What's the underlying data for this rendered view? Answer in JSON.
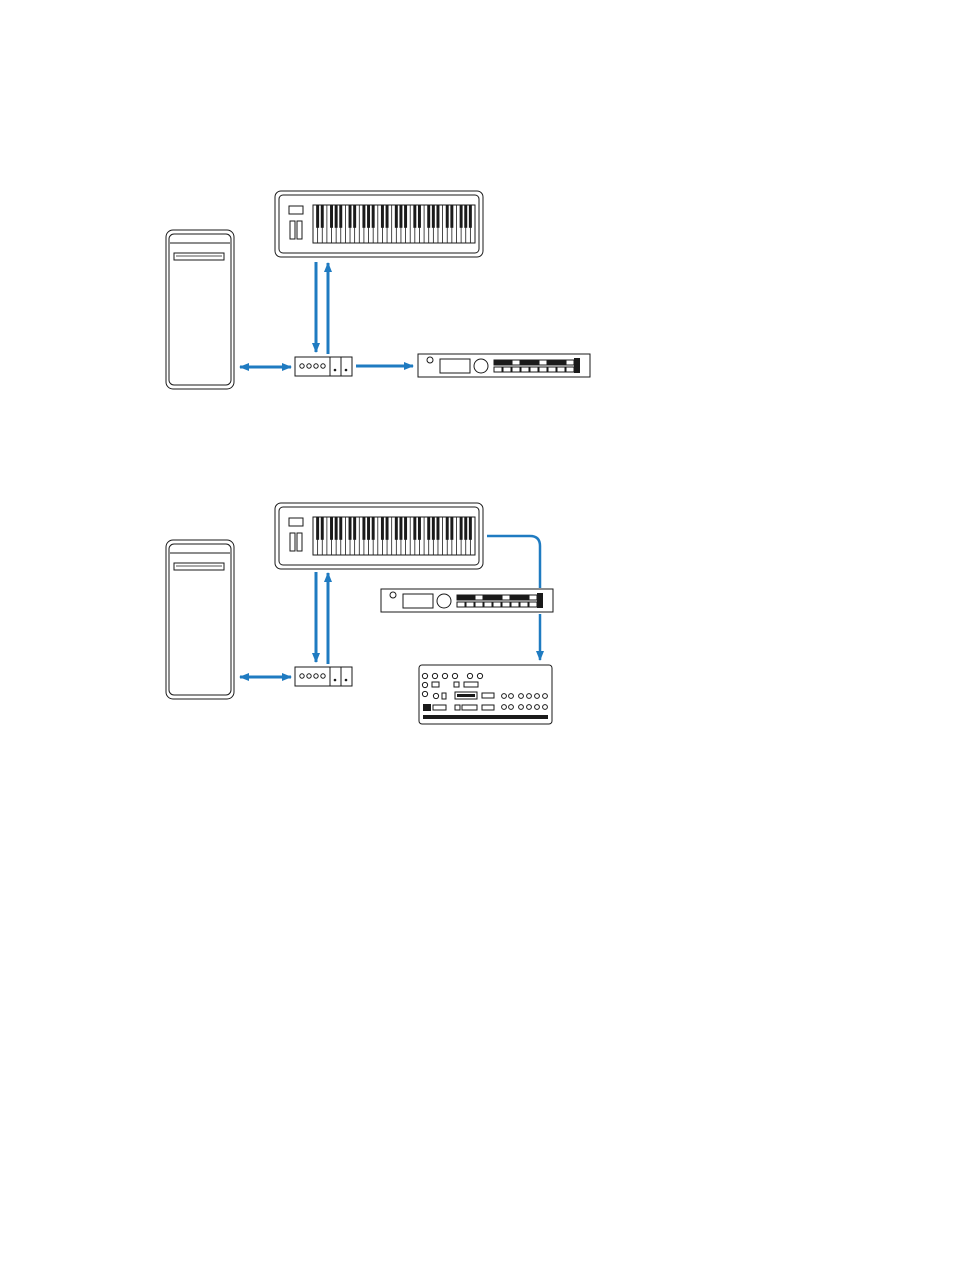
{
  "colors": {
    "outline": "#1a1a1a",
    "connection": "#1f7bc1",
    "background": "#ffffff"
  },
  "diagrams": [
    {
      "id": "setup-1",
      "devices": [
        "computer-tower",
        "midi-keyboard",
        "midi-interface",
        "rack-sound-module"
      ],
      "connections": [
        {
          "from": "computer-tower",
          "to": "midi-interface",
          "direction": "bidirectional"
        },
        {
          "from": "midi-keyboard",
          "to": "midi-interface",
          "direction": "forward"
        },
        {
          "from": "midi-interface",
          "to": "midi-keyboard",
          "direction": "forward"
        },
        {
          "from": "midi-interface",
          "to": "rack-sound-module",
          "direction": "forward"
        }
      ]
    },
    {
      "id": "setup-2",
      "devices": [
        "computer-tower",
        "midi-keyboard",
        "midi-interface",
        "rack-sound-module",
        "tabletop-sound-module"
      ],
      "connections": [
        {
          "from": "computer-tower",
          "to": "midi-interface",
          "direction": "bidirectional"
        },
        {
          "from": "midi-keyboard",
          "to": "midi-interface",
          "direction": "forward"
        },
        {
          "from": "midi-interface",
          "to": "midi-keyboard",
          "direction": "forward"
        },
        {
          "from": "midi-keyboard",
          "to": "rack-sound-module",
          "direction": "forward"
        },
        {
          "from": "rack-sound-module",
          "to": "tabletop-sound-module",
          "direction": "forward"
        }
      ]
    }
  ]
}
